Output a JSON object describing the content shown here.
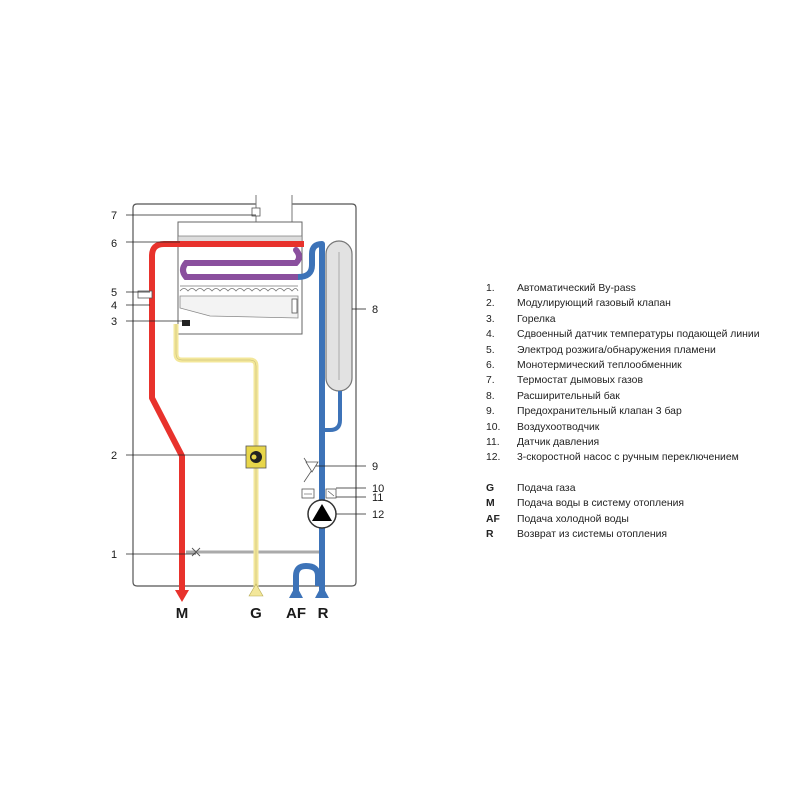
{
  "diagram": {
    "callouts": [
      "7",
      "6",
      "5",
      "4",
      "3",
      "2",
      "1",
      "8",
      "9",
      "10",
      "11",
      "12"
    ],
    "connections": [
      "M",
      "G",
      "AF",
      "R"
    ]
  },
  "colors": {
    "heating_flow": "#e8322c",
    "heating_return": "#3d73b8",
    "gas": "#f3e79a",
    "casing": "#555555"
  },
  "legend": {
    "components": [
      {
        "num": "1.",
        "text": "Автоматический By-pass"
      },
      {
        "num": "2.",
        "text": "Модулирующий газовый клапан"
      },
      {
        "num": "3.",
        "text": "Горелка"
      },
      {
        "num": "4.",
        "text": "Сдвоенный датчик температуры подающей линии"
      },
      {
        "num": "5.",
        "text": "Электрод розжига/обнаружения пламени"
      },
      {
        "num": "6.",
        "text": "Монотермический теплообменник"
      },
      {
        "num": "7.",
        "text": "Термостат дымовых газов"
      },
      {
        "num": "8.",
        "text": "Расширительный бак"
      },
      {
        "num": "9.",
        "text": "Предохранительный клапан 3 бар"
      },
      {
        "num": "10.",
        "text": "Воздухоотводчик"
      },
      {
        "num": "11.",
        "text": "Датчик давления"
      },
      {
        "num": "12.",
        "text": "3-скоростной насос с ручным переключением"
      }
    ],
    "connections": [
      {
        "code": "G",
        "text": "Подача газа"
      },
      {
        "code": "M",
        "text": "Подача воды в систему отопления"
      },
      {
        "code": "AF",
        "text": "Подача холодной воды"
      },
      {
        "code": "R",
        "text": "Возврат из системы отопления"
      }
    ]
  }
}
